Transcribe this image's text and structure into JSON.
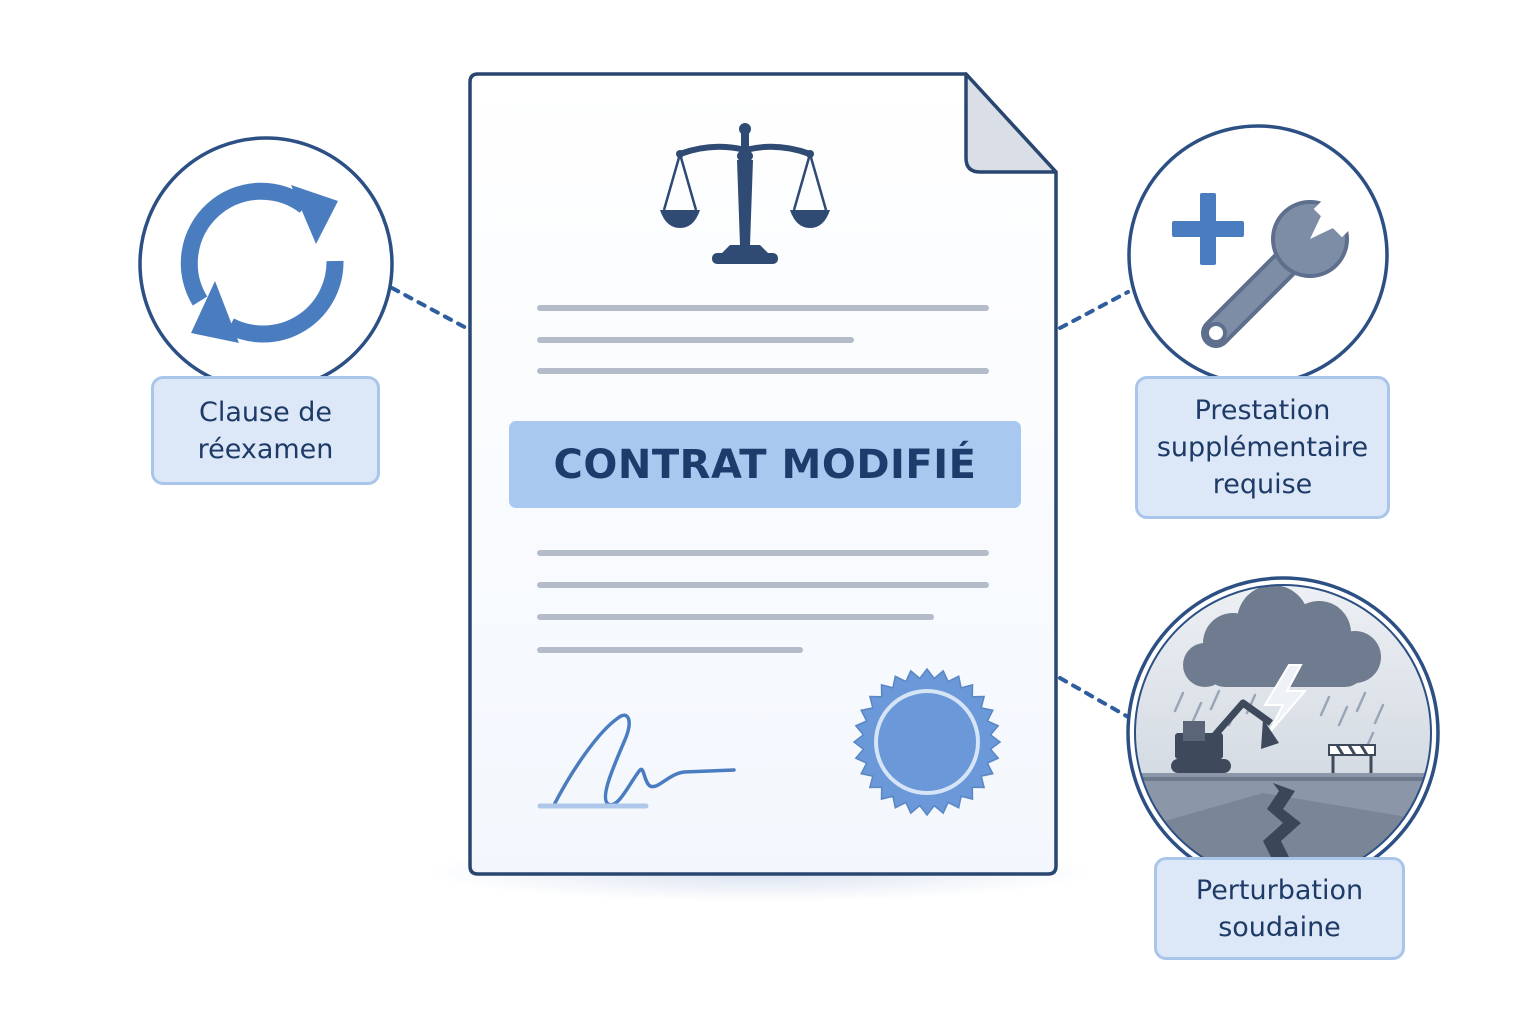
{
  "document": {
    "title": "CONTRAT MODIFIÉ"
  },
  "factors": [
    {
      "id": "review-clause",
      "label_lines": [
        "Clause de",
        "réexamen"
      ],
      "icon": "refresh-cycle-icon"
    },
    {
      "id": "additional-service",
      "label_lines": [
        "Prestation",
        "supplémentaire",
        "requise"
      ],
      "icon": "plus-wrench-icon"
    },
    {
      "id": "sudden-disruption",
      "label_lines": [
        "Perturbation",
        "soudaine"
      ],
      "icon": "storm-construction-icon"
    }
  ],
  "colors": {
    "navy": "#1e3a66",
    "accent_blue": "#4a7cc0",
    "banner_fill": "#a9c8ef",
    "label_fill": "#dce8f8",
    "label_border": "#a9c6ea",
    "seal_blue": "#6a98d8"
  }
}
